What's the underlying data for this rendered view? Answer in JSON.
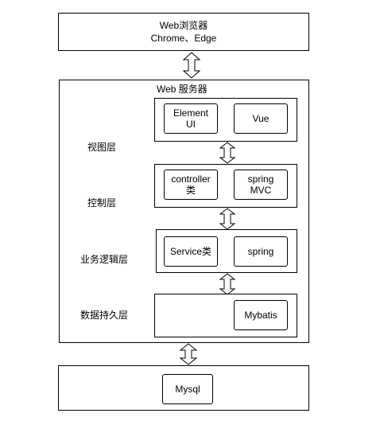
{
  "browser": {
    "title": "Web浏览器",
    "subtitle": "Chrome、Edge"
  },
  "server": {
    "title": "Web 服务器",
    "layers": [
      {
        "name": "视图层",
        "components": [
          "Element\nUI",
          "Vue"
        ]
      },
      {
        "name": "控制层",
        "components": [
          "controller\n类",
          "spring\nMVC"
        ]
      },
      {
        "name": "业务逻辑层",
        "components": [
          "Service类",
          "spring"
        ]
      },
      {
        "name": "数据持久层",
        "components": [
          "Mybatis"
        ]
      }
    ]
  },
  "database": {
    "component": "Mysql"
  }
}
